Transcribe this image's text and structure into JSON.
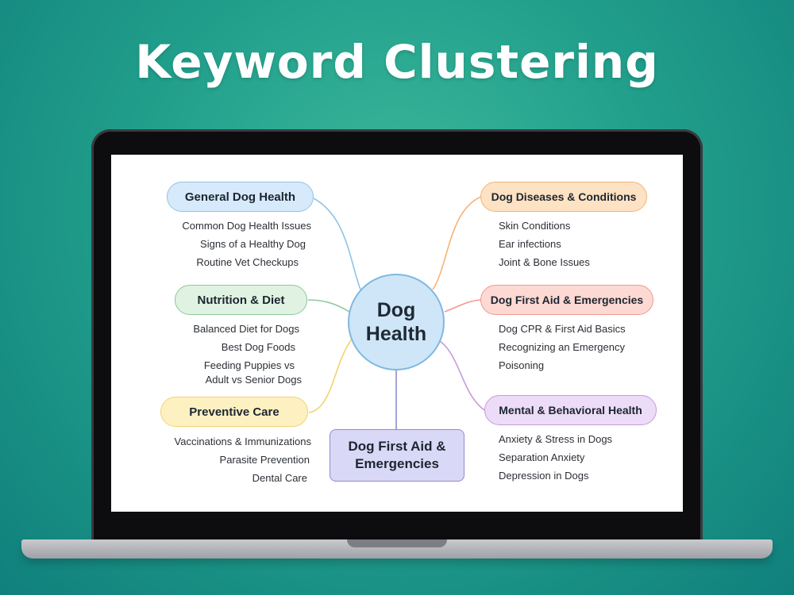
{
  "title": "Keyword Clustering",
  "center": {
    "label": "Dog\nHealth"
  },
  "colors": {
    "background": "#22a08c",
    "blue": "#d6eafb",
    "green": "#e0f3e2",
    "yellow": "#fdf1c2",
    "orange": "#fde2c3",
    "red": "#fcd9d2",
    "purple": "#ecdcf7",
    "lavender": "#d9d8f6"
  },
  "clusters": [
    {
      "label": "General Dog Health",
      "items": [
        "Common Dog Health Issues",
        "Signs of a Healthy Dog",
        "Routine Vet Checkups"
      ]
    },
    {
      "label": "Nutrition & Diet",
      "items": [
        "Balanced Diet for Dogs",
        "Best Dog Foods",
        "Feeding Puppies vs",
        "Adult vs Senior Dogs"
      ]
    },
    {
      "label": "Preventive Care",
      "items": [
        "Vaccinations & Immunizations",
        "Parasite Prevention",
        "Dental Care"
      ]
    },
    {
      "label": "Dog Diseases & Conditions",
      "items": [
        "Skin Conditions",
        "Ear infections",
        "Joint & Bone Issues"
      ]
    },
    {
      "label": "Dog First Aid & Emergencies",
      "items": [
        "Dog CPR & First Aid Basics",
        "Recognizing an Emergency",
        "Poisoning"
      ]
    },
    {
      "label": "Mental & Behavioral Health",
      "items": [
        "Anxiety & Stress in Dogs",
        "Separation Anxiety",
        "Depression in Dogs"
      ]
    },
    {
      "label": "Dog First Aid &\nEmergencies",
      "items": []
    }
  ]
}
